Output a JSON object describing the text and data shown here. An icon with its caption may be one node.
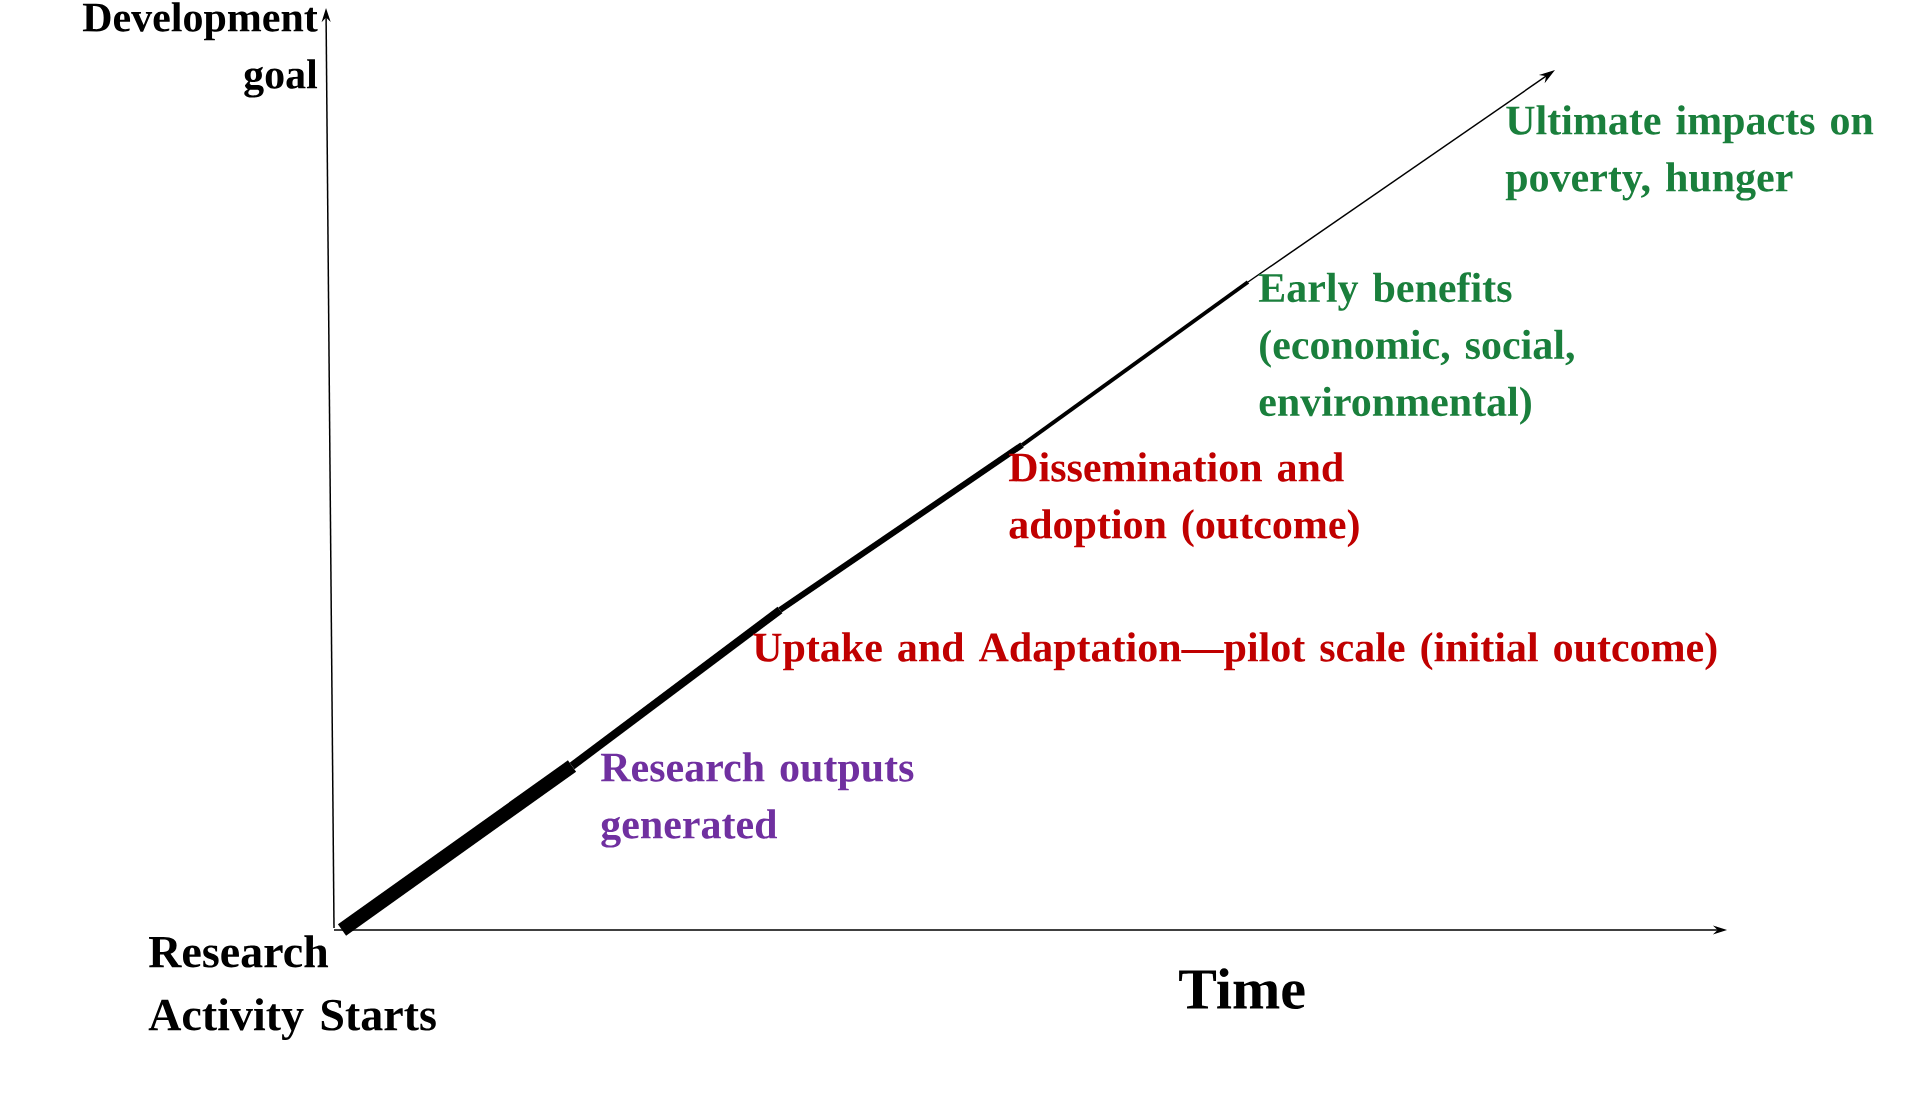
{
  "diagram": {
    "labels": [
      "Development goal",
      "Ultimate impacts on poverty, hunger",
      "Early benefits (economic, social, environmental)",
      "Dissemination and adoption (outcome)",
      "Uptake and Adaptation—pilot  scale (initial outcome)",
      "Research outputs generated",
      "Research Activity Starts",
      "Time"
    ]
  }
}
